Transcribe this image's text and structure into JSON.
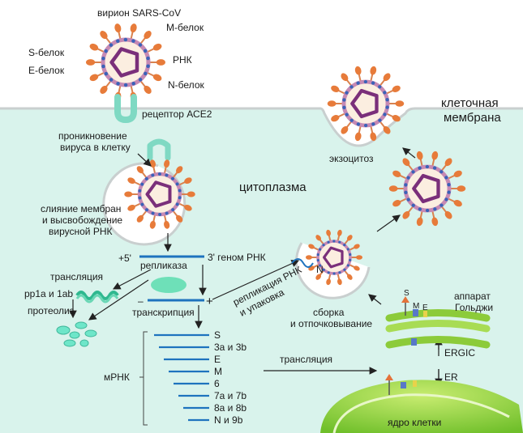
{
  "virion": {
    "title": "вирион SARS-CoV",
    "m_protein": "М-белок",
    "s_protein": "S-белок",
    "rna": "РНК",
    "e_protein": "Е-белок",
    "n_protein": "N-белок"
  },
  "receptor": "рецептор АСЕ2",
  "cell_membrane": [
    "клеточная",
    "мембрана"
  ],
  "entry": [
    "проникновение",
    "вируса в клетку"
  ],
  "cytoplasm": "цитоплазма",
  "exocytosis": "экзоцитоз",
  "fusion": [
    "слияние мембран",
    "и высвобождение",
    "вирусной РНК"
  ],
  "genome": {
    "plus5": "+5'",
    "three_prime": "3' геном РНК",
    "replicase": "репликаза",
    "minus": "–",
    "plus": "+"
  },
  "translation_left": "трансляция",
  "pp1a": "pp1a и 1ab",
  "proteolysis": "протеолиз",
  "transcription": "транскрипция",
  "replication": [
    "репликация РНК",
    "и упаковка"
  ],
  "n_label": "N",
  "assembly": [
    "сборка",
    "и отпочковывание"
  ],
  "golgi": {
    "s": "S",
    "m": "M",
    "e": "E",
    "label": [
      "аппарат",
      "Гольджи"
    ],
    "ergic": "ERGIC",
    "er": "ER"
  },
  "mrna": {
    "label": "мРНК",
    "items": [
      "S",
      "3a и 3b",
      "E",
      "M",
      "6",
      "7a и 7b",
      "8a и 8b",
      "N и 9b"
    ]
  },
  "translation_right": "трансляция",
  "nucleus": "ядро клетки"
}
